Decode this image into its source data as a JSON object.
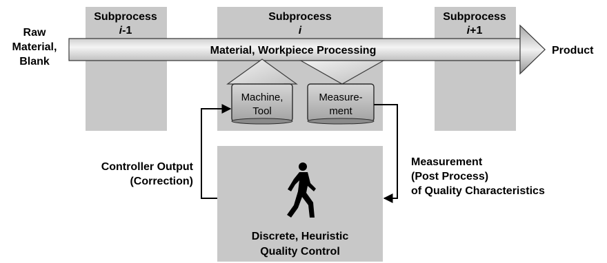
{
  "subprocesses": [
    {
      "title": "Subprocess",
      "index_prefix": "",
      "index_var": "i",
      "index_suffix": "-1"
    },
    {
      "title": "Subprocess",
      "index_prefix": "",
      "index_var": "i",
      "index_suffix": ""
    },
    {
      "title": "Subprocess",
      "index_prefix": "",
      "index_var": "i",
      "index_suffix": "+1"
    }
  ],
  "input_label": {
    "line1": "Raw",
    "line2": "Material,",
    "line3": "Blank"
  },
  "output_label": "Product",
  "process_arrow_label": "Material, Workpiece Processing",
  "machine_box": {
    "line1": "Machine,",
    "line2": "Tool"
  },
  "measurement_box": {
    "line1": "Measure-",
    "line2": "ment"
  },
  "controller_output": {
    "line1": "Controller Output",
    "line2": "(Correction)"
  },
  "measurement_feedback": {
    "line1": "Measurement",
    "line2": "(Post Process)",
    "line3": "of Quality Characteristics"
  },
  "quality_control": {
    "line1": "Discrete, Heuristic",
    "line2": "Quality Control",
    "icon": "walking-person-icon"
  },
  "colors": {
    "panel": "#c8c8c8",
    "box": "#bdbdbd",
    "arrow_light": "#f2f2f2",
    "arrow_dark": "#9a9a9a",
    "line": "#000000"
  }
}
